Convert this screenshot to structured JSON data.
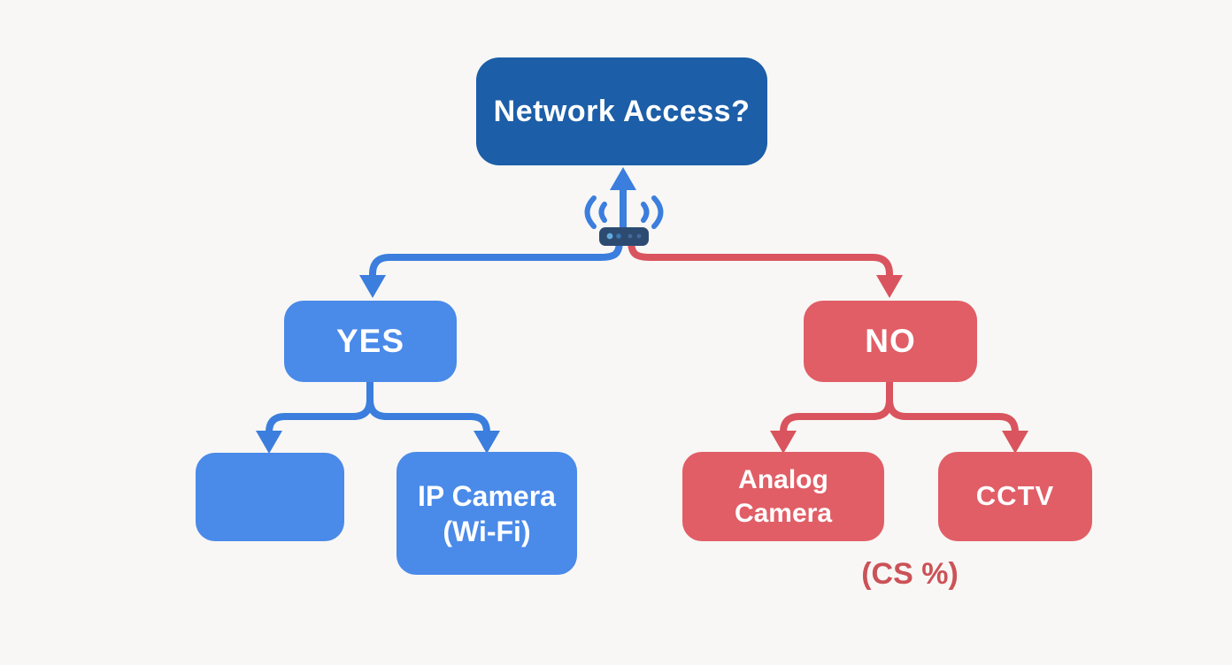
{
  "diagram": {
    "type": "flowchart",
    "root": {
      "label": "Network Access?"
    },
    "router": {
      "icon": "wifi-router-icon"
    },
    "branches": {
      "yes": {
        "label": "YES",
        "children": [
          {
            "label": "",
            "icon": "wifi-icon"
          },
          {
            "label": "IP Camera\n(Wi-Fi)"
          }
        ]
      },
      "no": {
        "label": "NO",
        "children": [
          {
            "label": "Analog\nCamera"
          },
          {
            "label": "CCTV"
          }
        ]
      }
    },
    "note": {
      "label": "(CS %)"
    },
    "colors": {
      "background": "#f8f7f5",
      "root_blue": "#1c5ea7",
      "yes_blue": "#4a8ae9",
      "no_red": "#e15e66",
      "connector_blue": "#3b7edd",
      "connector_red": "#d9545e",
      "router_navy": "#2d4b71",
      "wifi_glyph": "#c8ecf4",
      "note_red": "#cb5257",
      "text_white": "#ffffff"
    },
    "icons": [
      "wifi-router-icon",
      "wifi-icon",
      "arrow-up-icon",
      "arrow-down-icon"
    ]
  }
}
